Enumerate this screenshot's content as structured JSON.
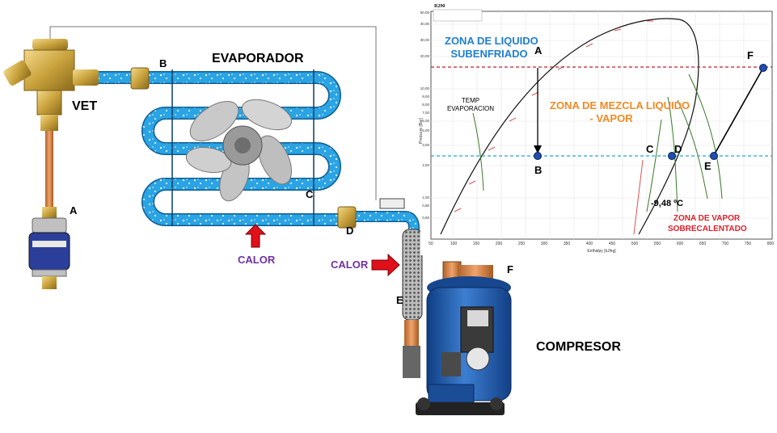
{
  "labels": {
    "vet": "VET",
    "evaporador": "EVAPORADOR",
    "compresor": "COMPRESOR",
    "calor_1": "CALOR",
    "calor_2": "CALOR",
    "pt_a_left": "A",
    "pt_b_left": "B",
    "pt_c_left": "C",
    "pt_d_left": "D",
    "pt_e_left": "E",
    "pt_f_left": "F"
  },
  "chart": {
    "refrigerant": "R290",
    "zona_liquido_1": "ZONA DE LIQUIDO",
    "zona_liquido_2": "SUBENFRIADO",
    "zona_mezcla_1": "ZONA DE MEZCLA LIQUIDO",
    "zona_mezcla_2": "- VAPOR",
    "zona_vapor_1": "ZONA DE VAPOR",
    "zona_vapor_2": "SOBRECALENTADO",
    "temp_evap_1": "TEMP",
    "temp_evap_2": "EVAPORACION",
    "temp_value": "-9,48 ºC",
    "pts": {
      "A": "A",
      "B": "B",
      "C": "C",
      "D": "D",
      "E": "E",
      "F": "F"
    },
    "xlabel": "Enthalpy [kJ/kg]",
    "ylabel": "Pressure [Bar]",
    "xticks": [
      "50",
      "100",
      "150",
      "200",
      "250",
      "300",
      "350",
      "400",
      "450",
      "500",
      "550",
      "600",
      "650",
      "700",
      "750",
      "800"
    ],
    "yticks": [
      "50,00",
      "40,00",
      "30,00",
      "20,00",
      "10,00",
      "9,00",
      "8,00",
      "7,00",
      "6,00",
      "5,00",
      "4,00",
      "3,00",
      "2,00",
      "1,00",
      "0,90",
      "0,80",
      "0,70",
      "0,60",
      "0,50"
    ]
  },
  "colors": {
    "pipe_blue": "#2aa4e4",
    "copper": "#d89a5a",
    "brass": "#c9a23c",
    "arrow_red": "#e0101a",
    "compressor_blue": "#1f5fae",
    "high_pressure_line": "#c0202a",
    "low_pressure_line": "#20a8c8"
  }
}
